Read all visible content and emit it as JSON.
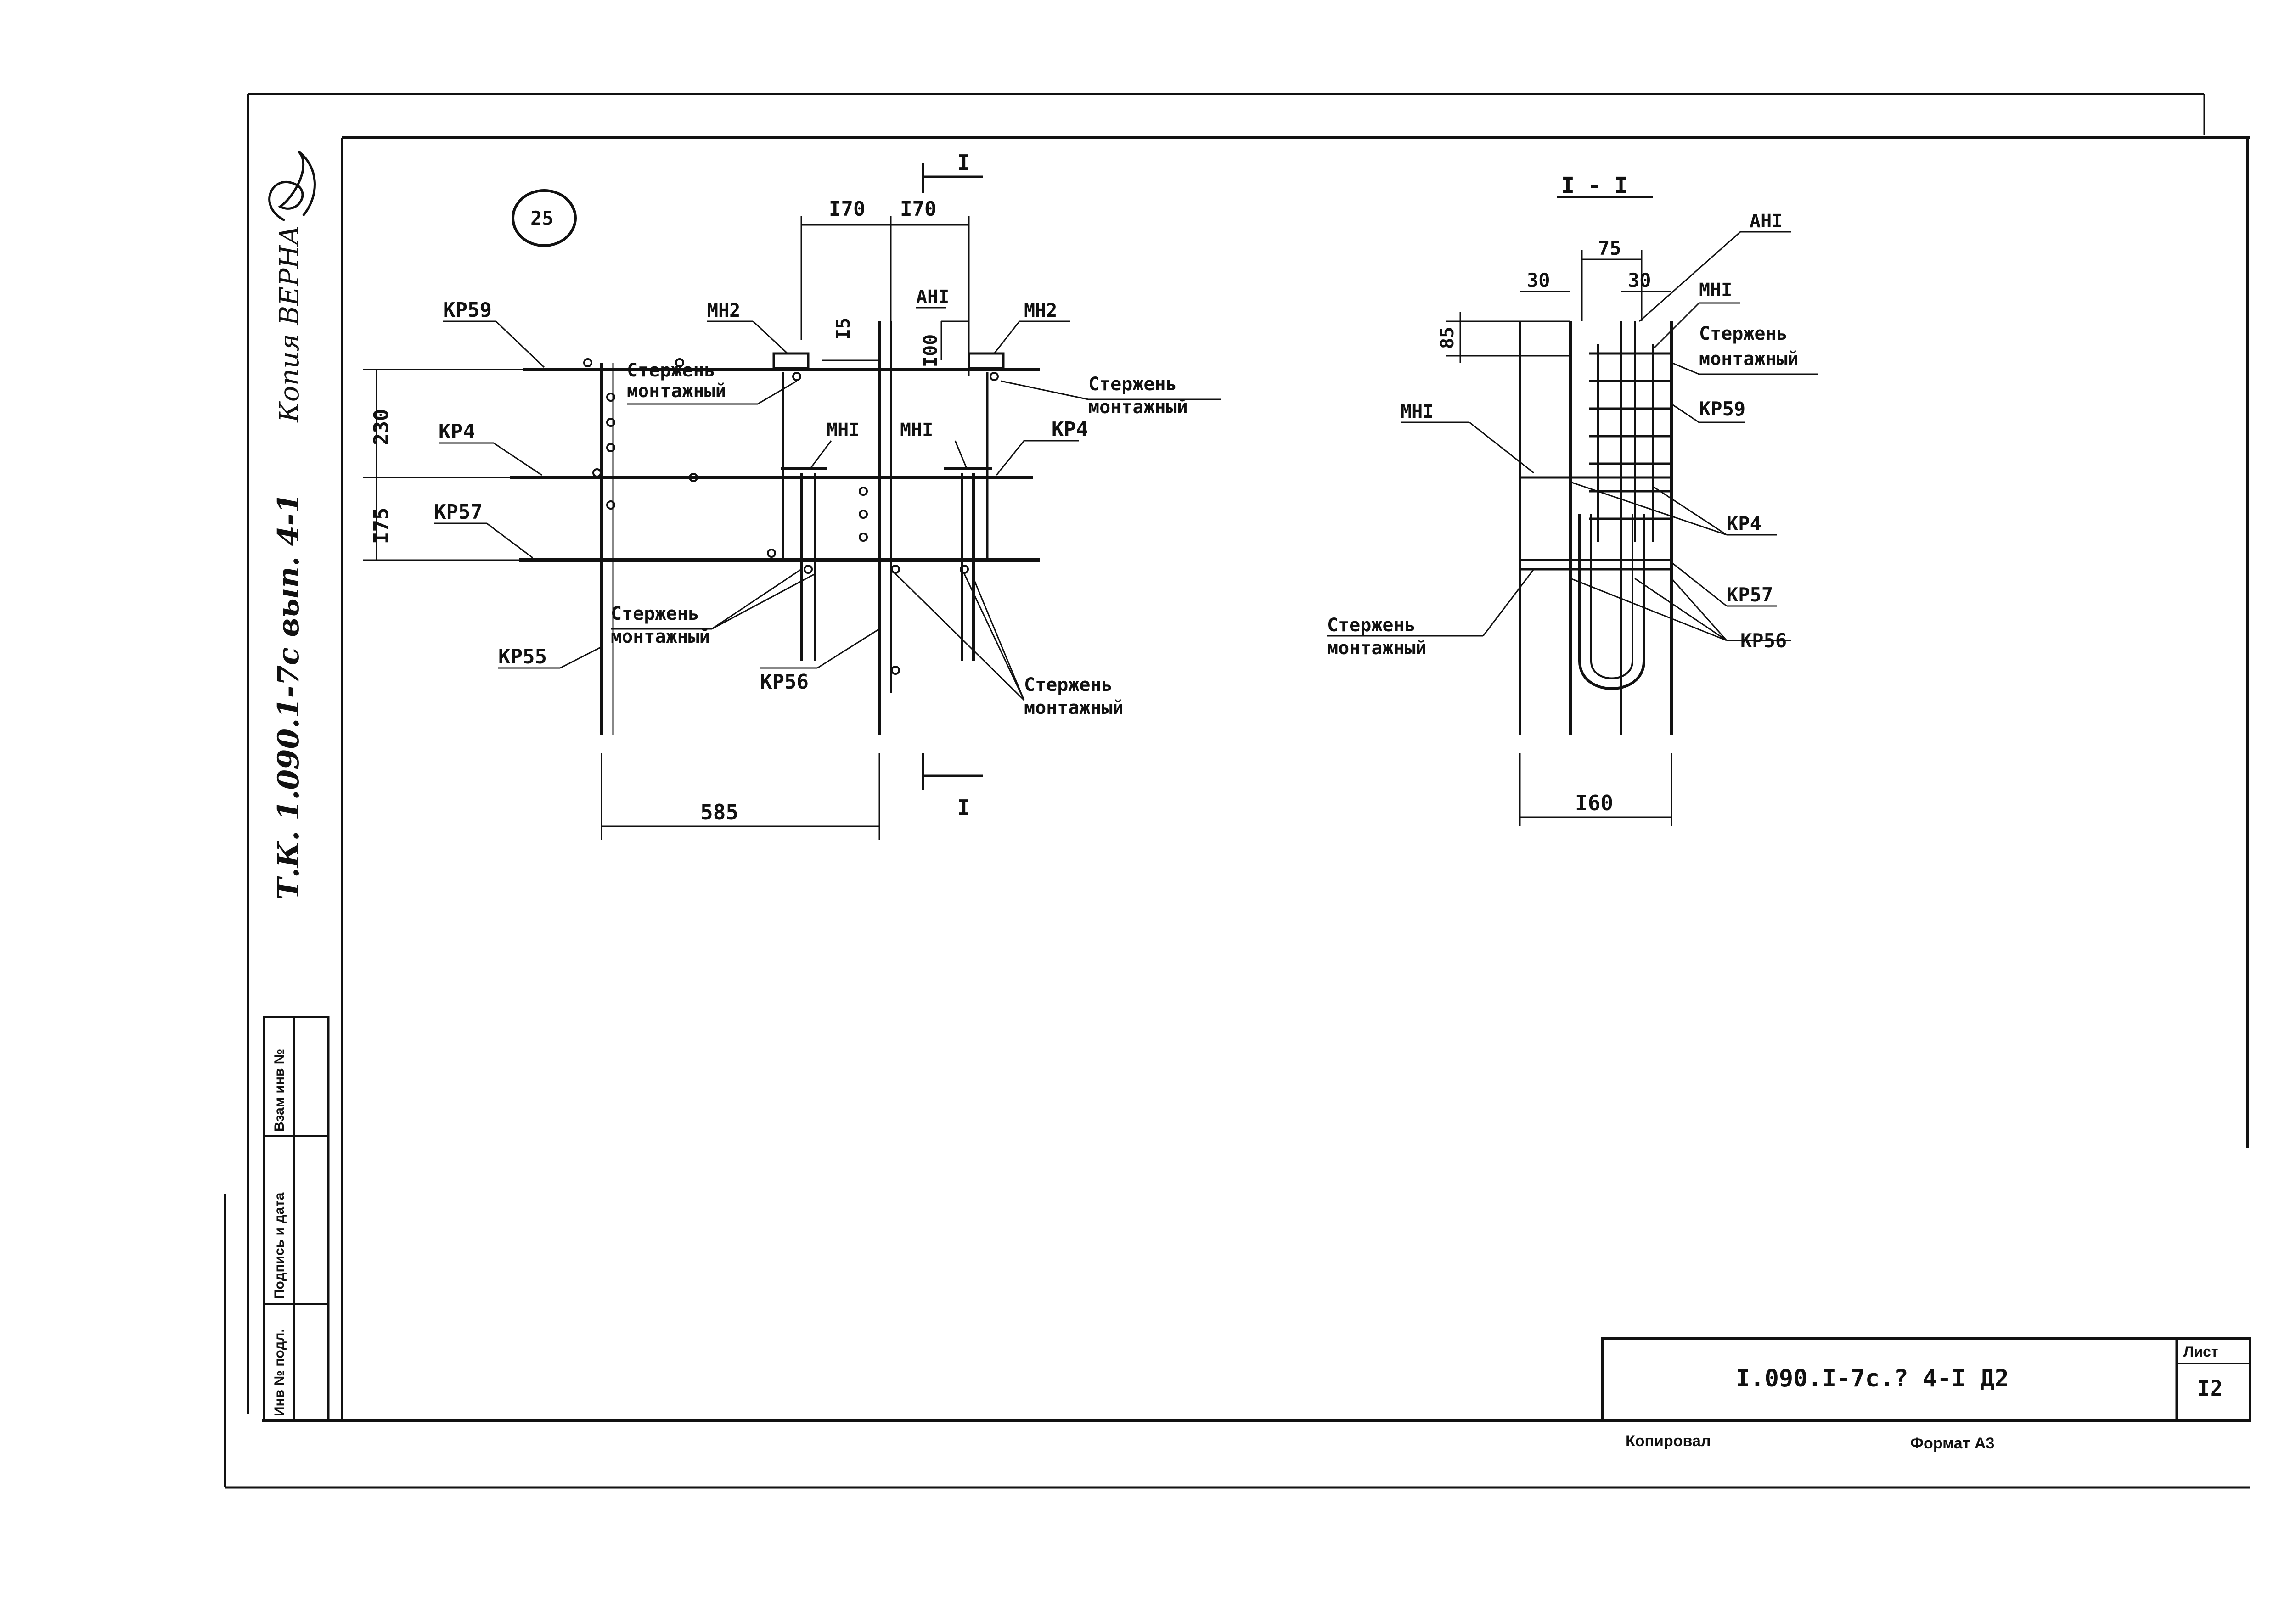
{
  "margin": {
    "copy_note": "Копия ВЕРНА",
    "series_code": "Т.К. 1.090.1-7с вып. 4-1",
    "stamp_cells": [
      "Инв № подл.",
      "Подпись и дата",
      "Взам инв №"
    ]
  },
  "plan": {
    "badge": "25",
    "section_mark": "I",
    "dims": {
      "top_left": "I70",
      "top_right": "I70",
      "d15": "I5",
      "d100": "I00",
      "d230": "230",
      "d175": "I75",
      "d585": "585"
    },
    "labels": {
      "kp59": "КР59",
      "kp4_left": "КР4",
      "kp57": "КР57",
      "kp55": "КР55",
      "kp56": "КР56",
      "mn2_left": "МН2",
      "mn2_right": "МН2",
      "an1": "АНI",
      "mn1_left": "МНI",
      "mn1_right": "МНI",
      "kp4_right": "КР4",
      "rod1_a": "Стержень",
      "rod1_b": "монтажный",
      "rod2_a": "Стержень",
      "rod2_b": "монтажный",
      "rod3_a": "Стержень",
      "rod3_b": "монтажный",
      "rod4_a": "Стержень",
      "rod4_b": "монтажный"
    }
  },
  "section": {
    "title": "I - I",
    "dims": {
      "d75": "75",
      "d30_left": "30",
      "d30_right": "30",
      "d85": "85",
      "d160": "I60"
    },
    "labels": {
      "an1": "АНI",
      "mn1_right": "МНI",
      "rod_a": "Стержень",
      "rod_b": "монтажный",
      "kp59": "КР59",
      "mn1_left": "МНI",
      "kp4": "КР4",
      "kp57": "КР57",
      "kp56": "КР56",
      "rod_left_a": "Стержень",
      "rod_left_b": "монтажный"
    }
  },
  "title_block": {
    "code": "I.090.I-7с.? 4-I Д2",
    "sheet_label": "Лист",
    "sheet_no": "I2",
    "copied_by": "Копировал",
    "format": "Формат А3"
  }
}
